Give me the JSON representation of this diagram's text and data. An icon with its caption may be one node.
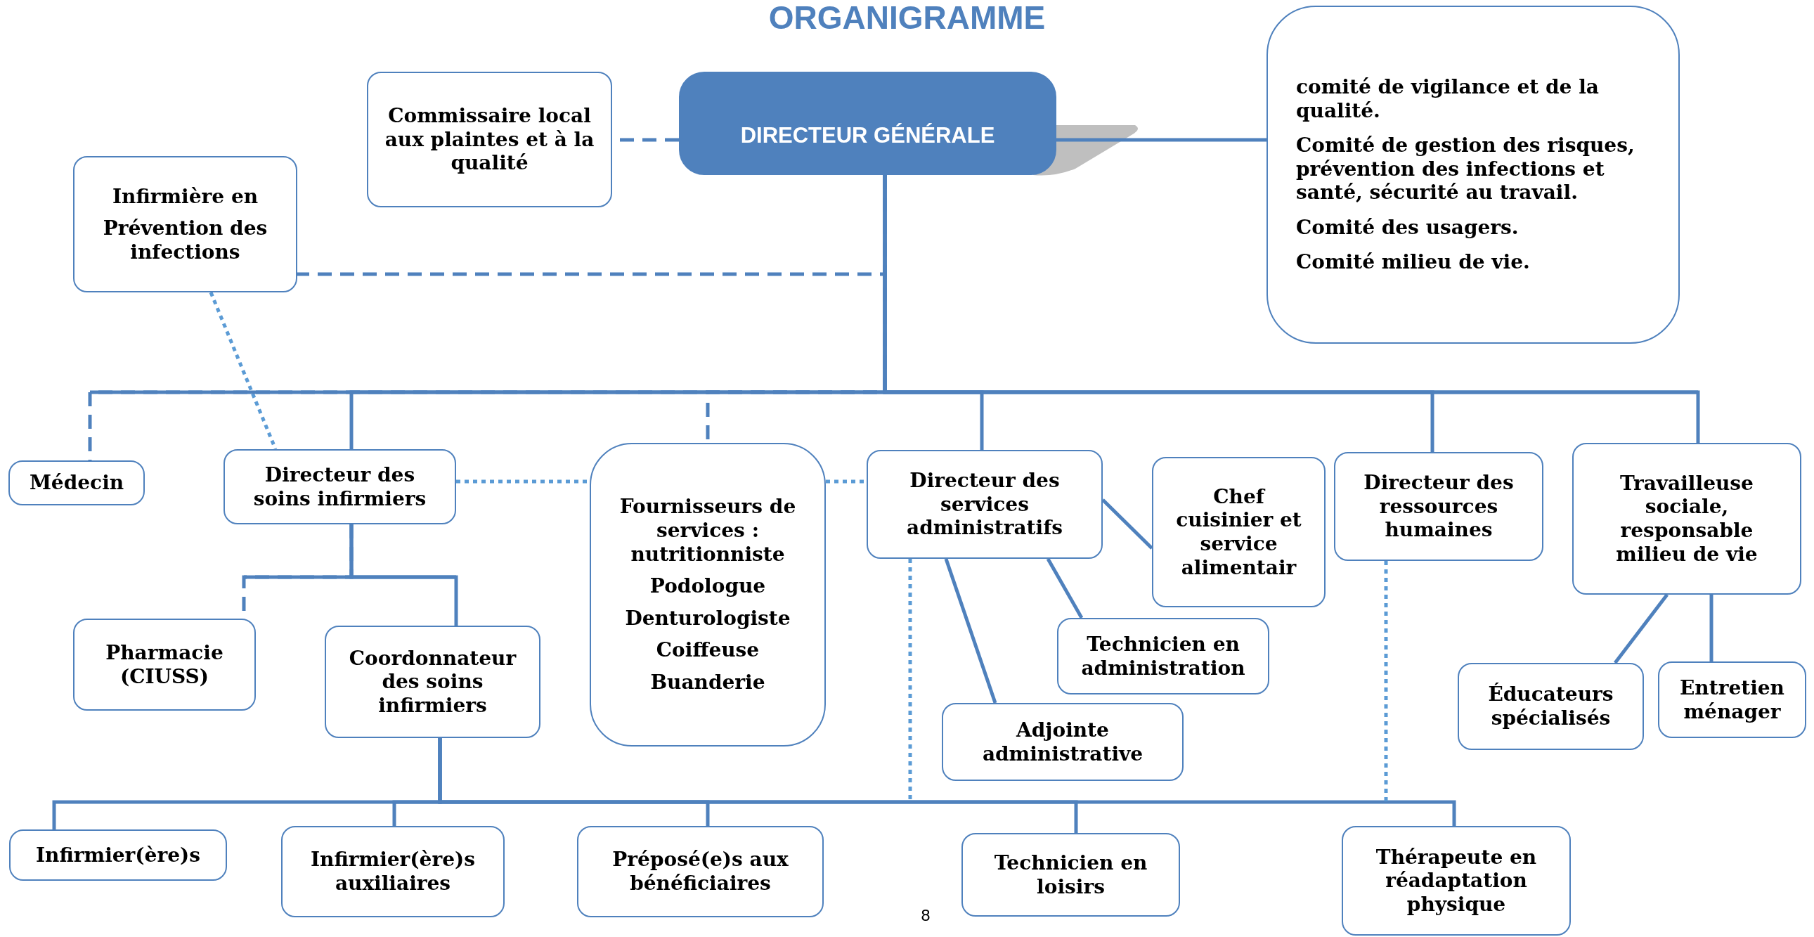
{
  "diagram": {
    "title": "ORGANIGRAMME",
    "nodes": [
      {
        "text": [
          "DIRECTEUR GÉNÉRALE"
        ]
      },
      {
        "text": [
          "Commissaire local aux plaintes et à la qualité"
        ]
      },
      {
        "text": [
          "comité de vigilance et de la qualité.",
          "Comité de gestion des risques,  prévention des infections et santé, sécurité au travail.",
          "Comité des usagers.",
          "Comité milieu de vie."
        ]
      },
      {
        "text": [
          "Infirmière en",
          "Prévention des infections"
        ]
      },
      {
        "text": [
          "Médecin"
        ]
      },
      {
        "text": [
          "Directeur des soins infirmiers"
        ]
      },
      {
        "text": [
          "Fournisseurs de services : nutritionniste",
          "Podologue",
          "Denturologiste",
          "Coiffeuse",
          "Buanderie"
        ]
      },
      {
        "text": [
          "Directeur des services administratifs"
        ]
      },
      {
        "text": [
          "Chef cuisinier et service alimentair"
        ]
      },
      {
        "text": [
          "Directeur des ressources humaines"
        ]
      },
      {
        "text": [
          "Travailleuse sociale, responsable milieu de vie"
        ]
      },
      {
        "text": [
          "Pharmacie (CIUSS)"
        ]
      },
      {
        "text": [
          "Coordonnateur des soins infirmiers"
        ]
      },
      {
        "text": [
          "Technicien en administration"
        ]
      },
      {
        "text": [
          "Adjointe administrative"
        ]
      },
      {
        "text": [
          "Éducateurs spécialisés"
        ]
      },
      {
        "text": [
          "Entretien ménager"
        ]
      },
      {
        "text": [
          "Infirmier(ère)s"
        ]
      },
      {
        "text": [
          "Infirmier(ère)s auxiliaires"
        ]
      },
      {
        "text": [
          "Préposé(e)s aux bénéficiaires"
        ]
      },
      {
        "text": [
          "Technicien en loisirs"
        ]
      },
      {
        "text": [
          "Thérapeute en réadaptation physique"
        ]
      }
    ],
    "edges": [
      {
        "from": 0,
        "to": 1,
        "arrow": "none",
        "style": "dashed"
      },
      {
        "from": 0,
        "to": 2,
        "arrow": "none"
      },
      {
        "from": 0,
        "to": 3,
        "arrow": "none",
        "style": "dashed"
      },
      {
        "from": 0,
        "to": 4,
        "arrow": "none",
        "style": "dashed"
      },
      {
        "from": 0,
        "to": 5,
        "arrow": "none"
      },
      {
        "from": 0,
        "to": 6,
        "arrow": "none",
        "style": "dashed"
      },
      {
        "from": 0,
        "to": 7,
        "arrow": "none"
      },
      {
        "from": 0,
        "to": 9,
        "arrow": "none"
      },
      {
        "from": 0,
        "to": 10,
        "arrow": "none"
      },
      {
        "from": 3,
        "to": 5,
        "arrow": "none",
        "style": "dashed",
        "color": "#5b9bd5"
      },
      {
        "from": 5,
        "to": 6,
        "arrow": "none",
        "style": "dashed",
        "color": "#5b9bd5"
      },
      {
        "from": 6,
        "to": 7,
        "arrow": "none",
        "style": "dashed",
        "color": "#5b9bd5"
      },
      {
        "from": 5,
        "to": 11,
        "arrow": "none",
        "style": "dashed"
      },
      {
        "from": 5,
        "to": 12,
        "arrow": "none"
      },
      {
        "from": 7,
        "to": 8,
        "arrow": "none"
      },
      {
        "from": 7,
        "to": 13,
        "arrow": "none"
      },
      {
        "from": 7,
        "to": 14,
        "arrow": "none"
      },
      {
        "from": 10,
        "to": 15,
        "arrow": "none"
      },
      {
        "from": 10,
        "to": 16,
        "arrow": "none"
      },
      {
        "from": 12,
        "to": 17,
        "arrow": "none"
      },
      {
        "from": 12,
        "to": 18,
        "arrow": "none"
      },
      {
        "from": 12,
        "to": 19,
        "arrow": "none"
      },
      {
        "from": 12,
        "to": 20,
        "arrow": "none"
      },
      {
        "from": 12,
        "to": 21,
        "arrow": "none"
      },
      {
        "from": 7,
        "to": null,
        "arrow": "none",
        "style": "dashed",
        "color": "#5b9bd5"
      },
      {
        "from": 9,
        "to": null,
        "arrow": "none",
        "style": "dashed",
        "color": "#5b9bd5"
      }
    ],
    "labels": [
      "8"
    ]
  }
}
